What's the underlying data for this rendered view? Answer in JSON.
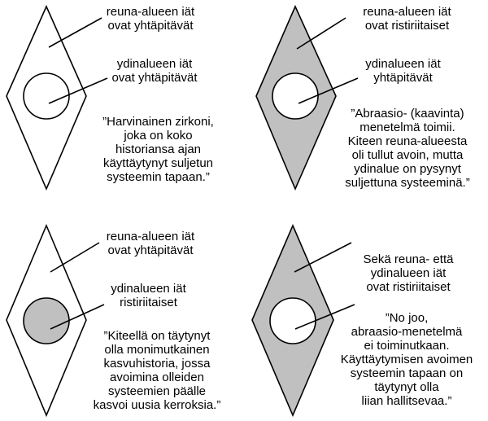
{
  "colors": {
    "white_fill": "#ffffff",
    "gray_fill": "#c0c0c0",
    "stroke": "#000000"
  },
  "panels": [
    {
      "rim_fill": "white",
      "core_fill": "white",
      "rim_label": "reuna-alueen iät\novat yhtäpitävät",
      "core_label": "ydinalueen iät\novat yhtäpitävät",
      "quote": "”Harvinainen zirkoni,\njoka on koko\nhistoriansa ajan\nkäyttäytynyt suljetun\nsysteemin tapaan.”"
    },
    {
      "rim_fill": "gray",
      "core_fill": "white",
      "rim_label": "reuna-alueen iät\novat ristiriitaiset",
      "core_label": "ydinalueen iät\nyhtäpitävät",
      "quote": "”Abraasio- (kaavinta)\nmenetelmä toimii.\nKiteen reuna-alueesta\noli tullut avoin, mutta\nydinalue on pysynyt\nsuljettuna systeeminä.”"
    },
    {
      "rim_fill": "white",
      "core_fill": "gray",
      "rim_label": "reuna-alueen iät\novat yhtäpitävät",
      "core_label": "ydinalueen iät\nristiriitaiset",
      "quote": "”Kiteellä on täytynyt\nolla monimutkainen\nkasvuhistoria, jossa\navoimina olleiden\nsysteemien päälle\nkasvoi uusia kerroksia.”"
    },
    {
      "rim_fill": "gray",
      "core_fill": "white",
      "rim_label": "Sekä reuna- että\nydinalueen iät\novat ristiriitaiset",
      "core_label": "",
      "quote": "”No joo,\nabraasio-menetelmä\nei toiminutkaan.\nKäyttäytymisen avoimen\nsysteemin tapaan on\ntäytynyt olla\nliian hallitsevaa.”"
    }
  ]
}
